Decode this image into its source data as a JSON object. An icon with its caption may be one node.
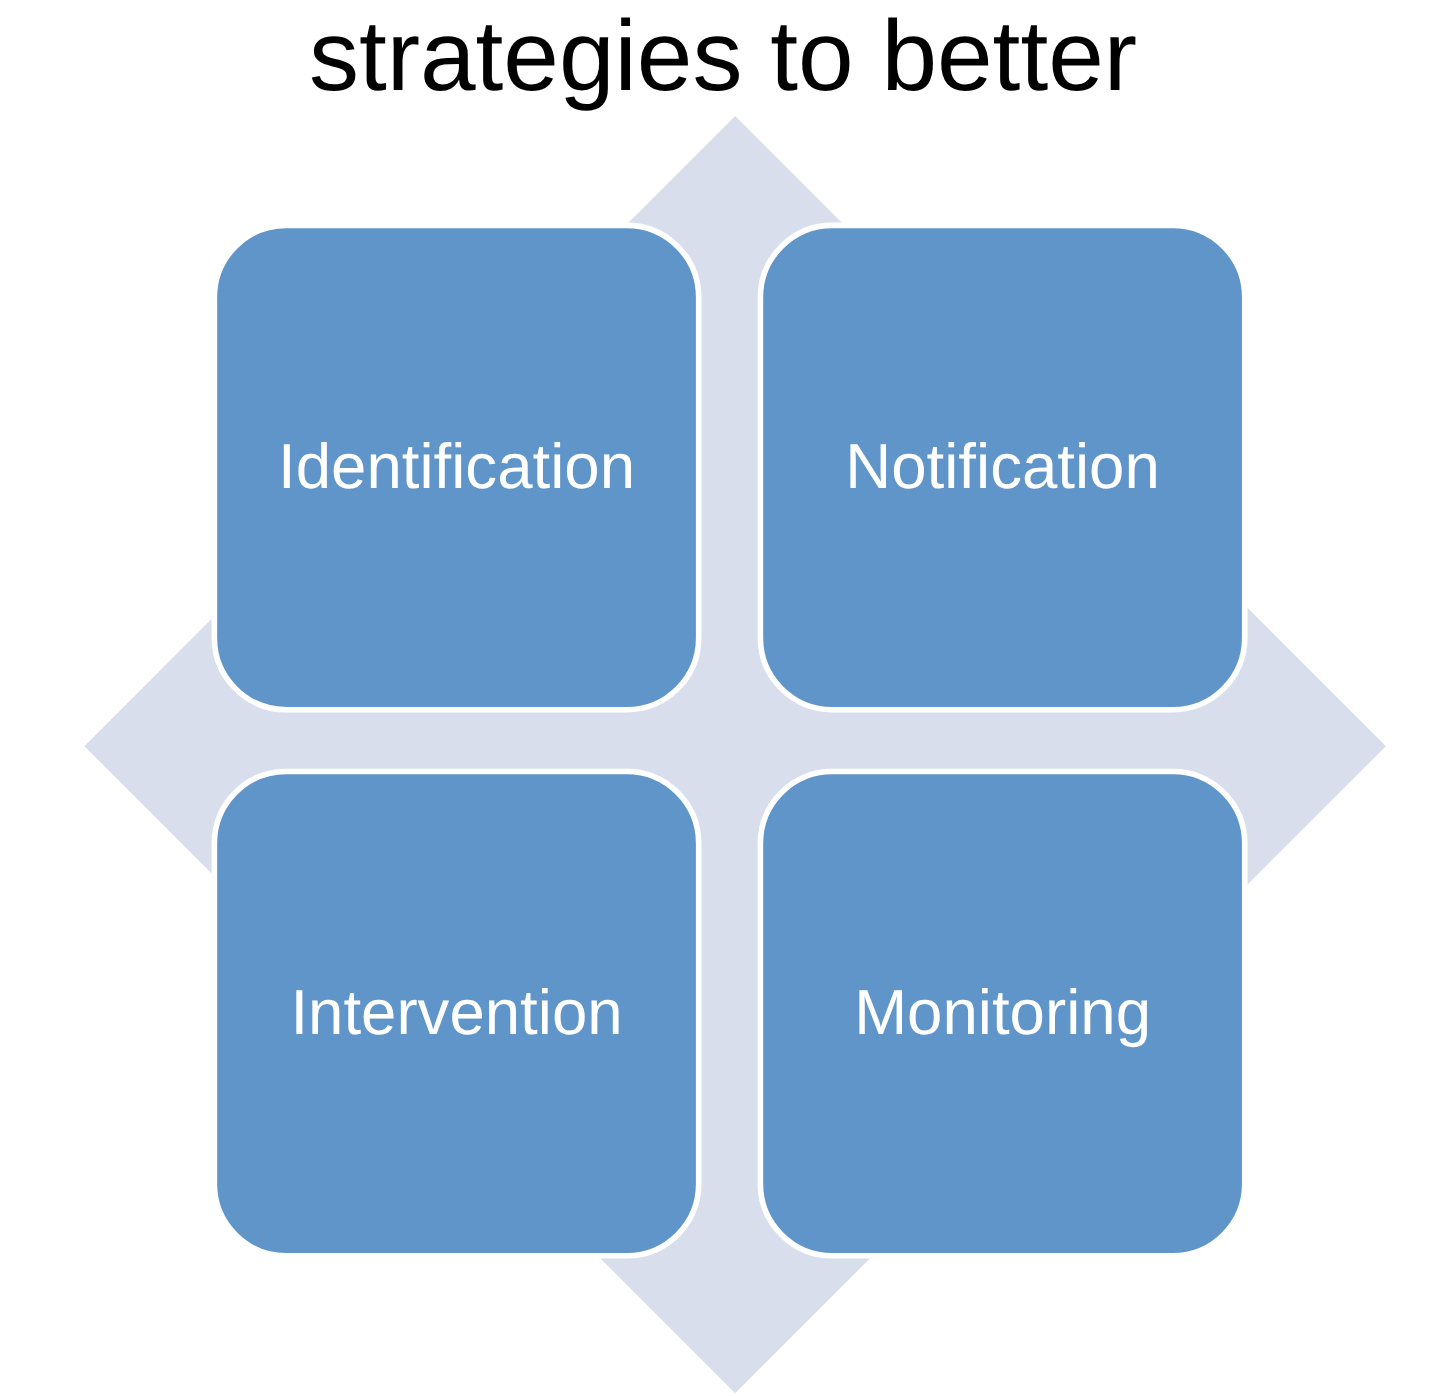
{
  "diagram": {
    "title": "strategies to better",
    "nodes": [
      {
        "text": [
          "Identification"
        ]
      },
      {
        "text": [
          "Notification"
        ]
      },
      {
        "text": [
          "Intervention"
        ]
      },
      {
        "text": [
          "Monitoring"
        ]
      }
    ]
  }
}
